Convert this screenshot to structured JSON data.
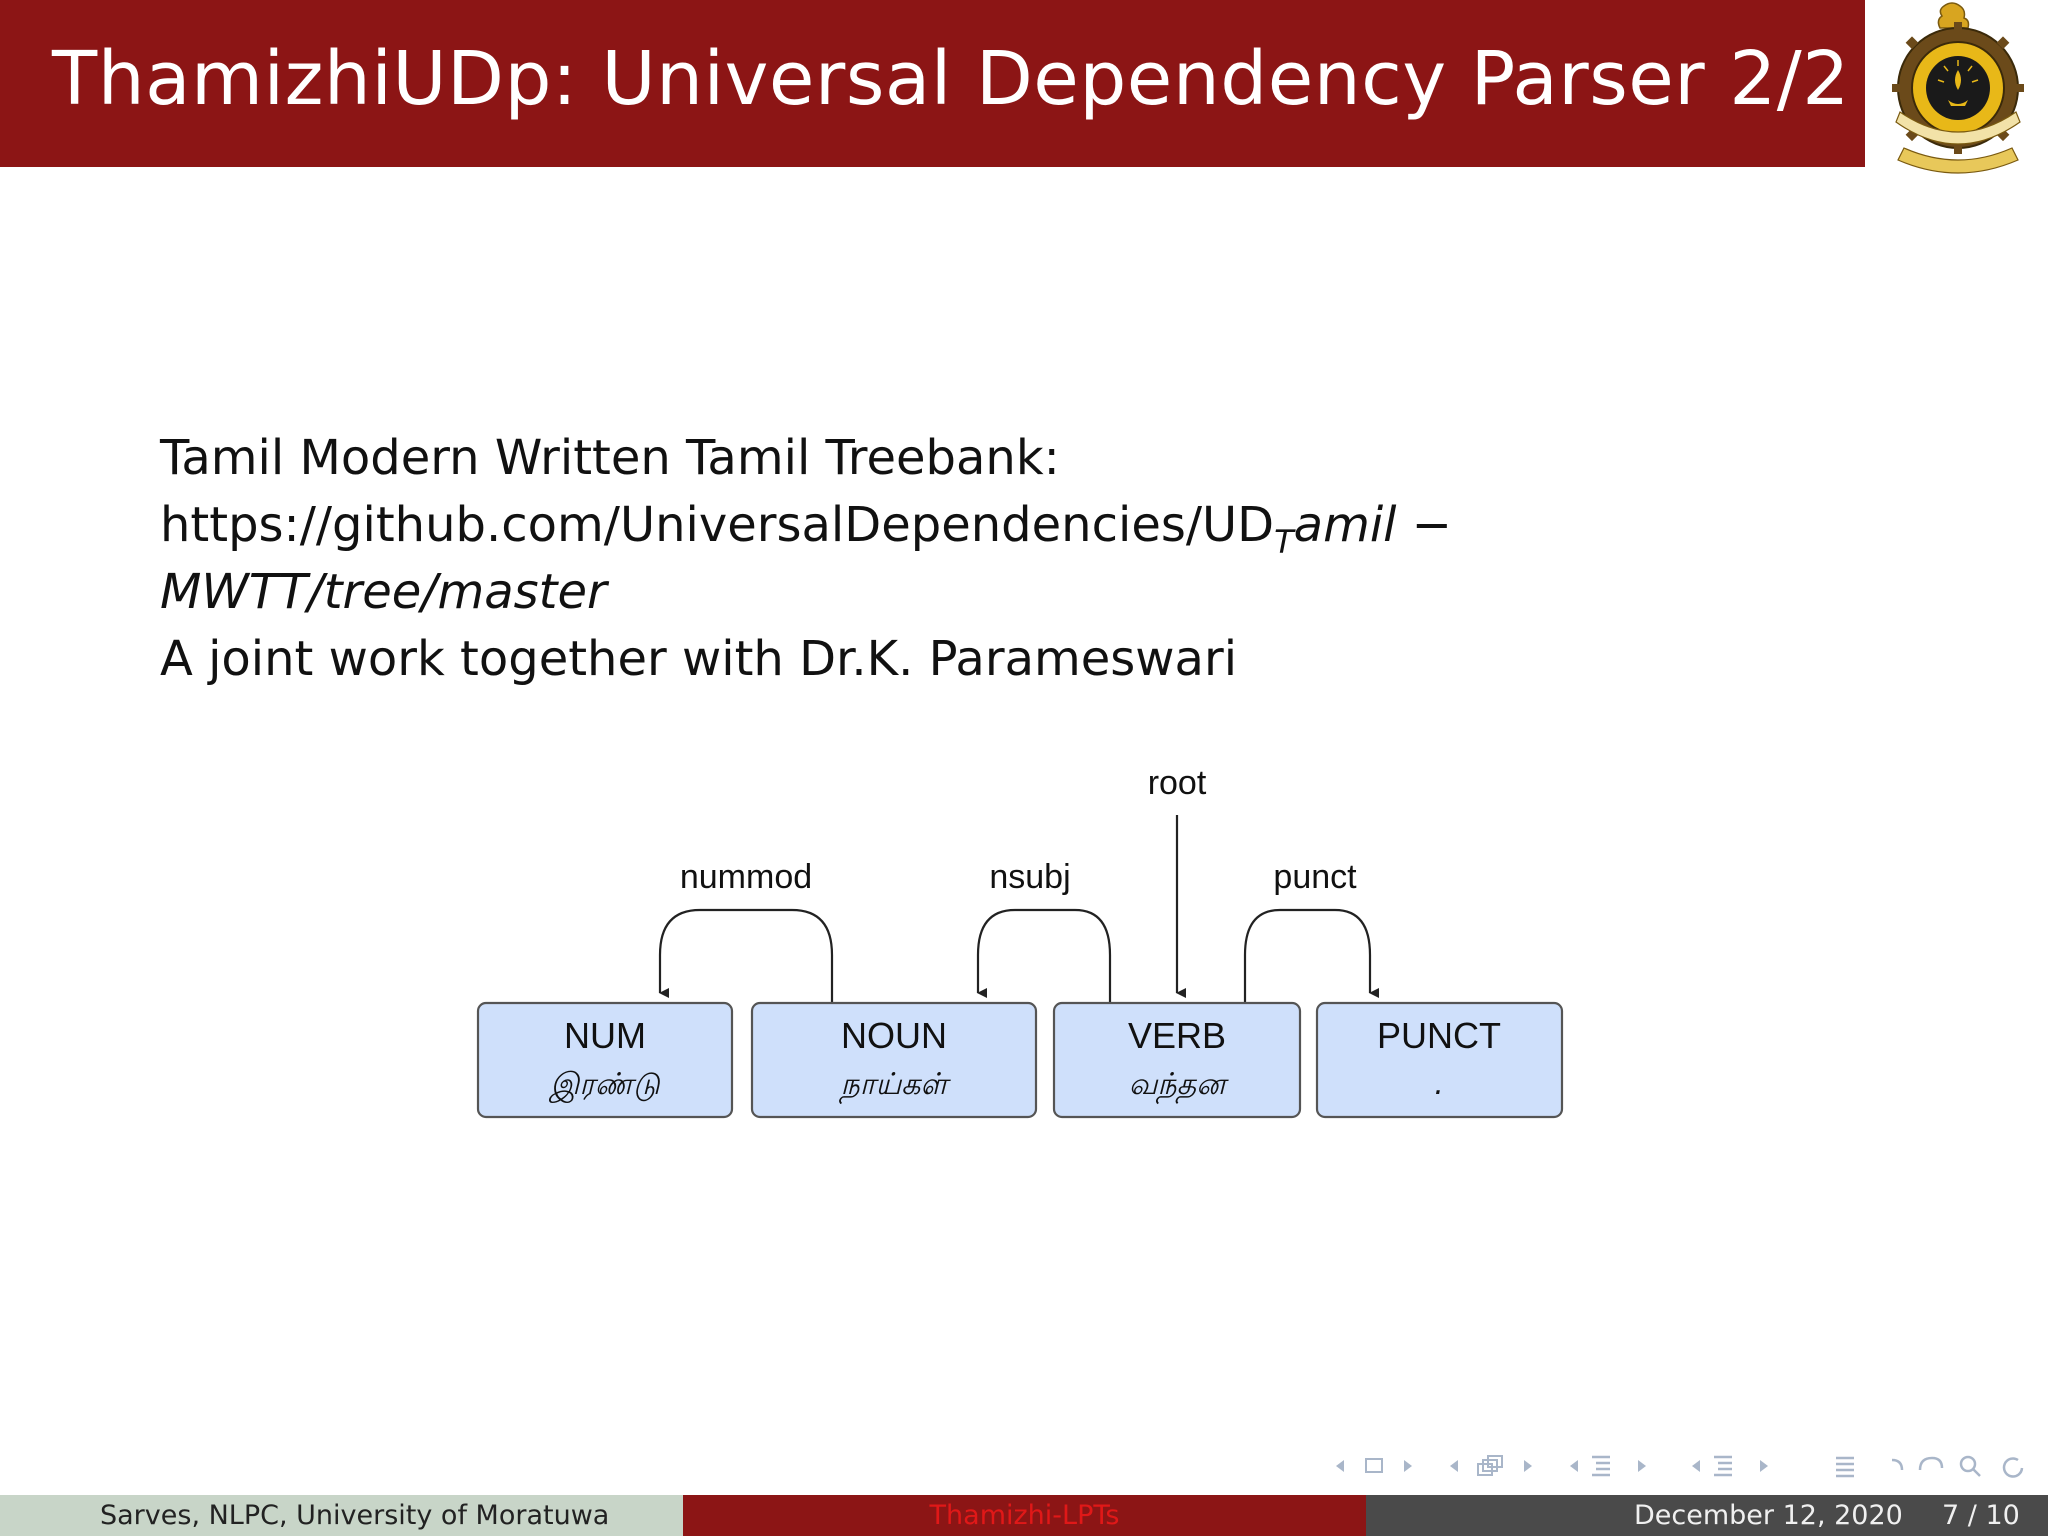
{
  "slide": {
    "title": "ThamizhiUDp: Universal Dependency Parser 2/2",
    "body": {
      "line1": "Tamil Modern Written Tamil Treebank:",
      "line2_prefix": "https://github.com/UniversalDependencies/UD",
      "line2_sub": "T",
      "line2_italic": "amil −",
      "line3": "MWTT/tree/master",
      "line4": "A joint work together with Dr.K. Parameswari"
    }
  },
  "diagram": {
    "tokens": [
      {
        "pos": "NUM",
        "word": "இரண்டு"
      },
      {
        "pos": "NOUN",
        "word": "நாய்கள்"
      },
      {
        "pos": "VERB",
        "word": "வந்தன"
      },
      {
        "pos": "PUNCT",
        "word": "."
      }
    ],
    "relations": {
      "root": "root",
      "nummod": "nummod",
      "nsubj": "nsubj",
      "punct": "punct"
    },
    "box_fill": "#cfe0fb",
    "box_stroke": "#555555"
  },
  "footer": {
    "left": "Sarves, NLPC, University of Moratuwa",
    "middle": "Thamizhi-LPTs",
    "date": "December 12, 2020",
    "page": "7 / 10"
  },
  "colors": {
    "title_bar": "#8c1515",
    "footer_left": "#c8d5c8",
    "footer_mid": "#8c1515",
    "footer_right": "#4a4a4a",
    "nav": "#a9b6c9"
  }
}
